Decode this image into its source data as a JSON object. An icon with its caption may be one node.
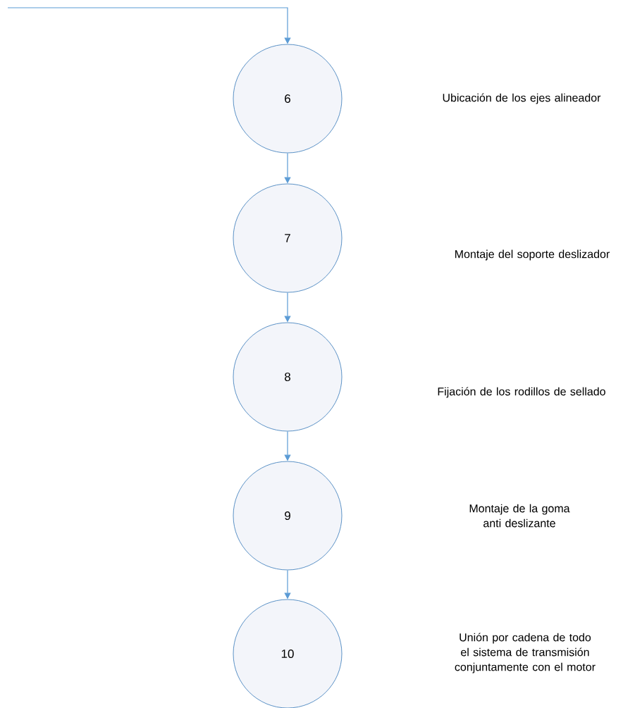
{
  "diagram": {
    "nodes": [
      {
        "text": [
          "6"
        ]
      },
      {
        "text": [
          "7"
        ]
      },
      {
        "text": [
          "8"
        ]
      },
      {
        "text": [
          "9"
        ]
      },
      {
        "text": [
          "10"
        ]
      }
    ],
    "edges": [
      {
        "from": null,
        "to": 0,
        "arrow": "to"
      },
      {
        "from": 0,
        "to": 1,
        "arrow": "to"
      },
      {
        "from": 1,
        "to": 2,
        "arrow": "to"
      },
      {
        "from": 2,
        "to": 3,
        "arrow": "to"
      },
      {
        "from": 3,
        "to": 4,
        "arrow": "to"
      }
    ],
    "labels": [
      "Ubicación de los ejes alineador",
      "Montaje del soporte deslizador",
      "Fijación de los rodillos de sellado",
      "Montaje de la goma anti deslizante",
      "Unión por cadena de todo el sistema de transmisión conjuntamente con el motor"
    ]
  }
}
